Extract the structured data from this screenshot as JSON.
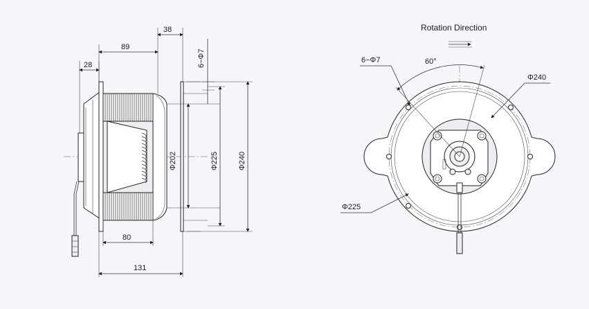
{
  "side_view": {
    "dim_width_top": "38",
    "dim_89": "89",
    "dim_28": "28",
    "dim_holes": "6−Φ7",
    "dim_inner_dia": "Φ202",
    "dim_pcd": "Φ225",
    "dim_outer_dia": "Φ240",
    "dim_80": "80",
    "dim_total": "131"
  },
  "front_view": {
    "rotation_label": "Rotation  Direction",
    "holes_label": "6−Φ7",
    "angle_label": "60°",
    "outer_dia_label": "Φ240",
    "pcd_label": "Φ225"
  }
}
